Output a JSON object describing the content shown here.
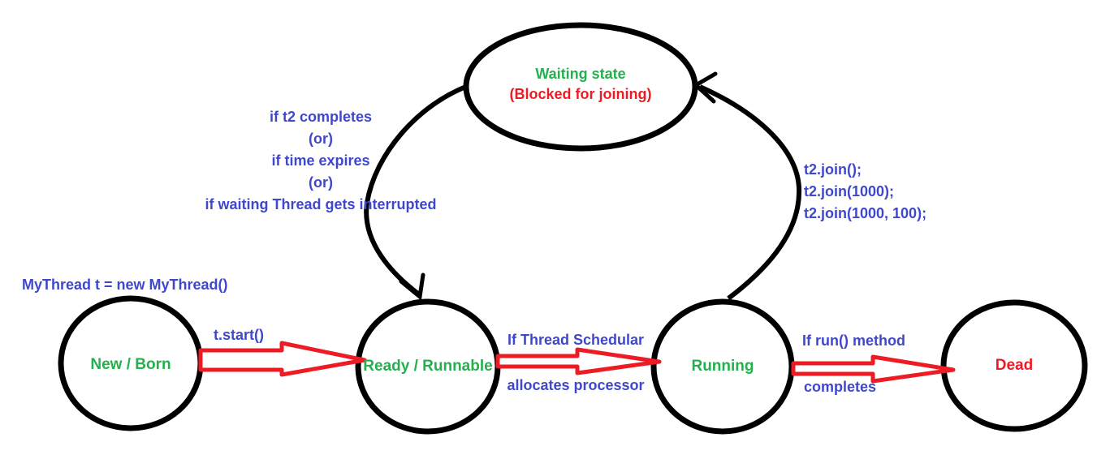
{
  "diagram": {
    "constructor_note": "MyThread t = new MyThread()",
    "states": {
      "waiting": {
        "line1": "Waiting state",
        "line2": "(Blocked for joining)"
      },
      "new_born": {
        "label": "New / Born"
      },
      "ready": {
        "label": "Ready / Runnable"
      },
      "running": {
        "label": "Running"
      },
      "dead": {
        "label": "Dead"
      }
    },
    "transitions": {
      "start": {
        "label": "t.start()"
      },
      "scheduler": {
        "line1": "If Thread Schedular",
        "line2": "allocates processor"
      },
      "run_completes": {
        "line1": "If run() method",
        "line2": "completes"
      },
      "join": {
        "lines": [
          "t2.join();",
          "t2.join(1000);",
          "t2.join(1000, 100);"
        ]
      },
      "waiting_exit": {
        "lines": [
          "if t2 completes",
          "(or)",
          "if time expires",
          "(or)",
          "if waiting Thread gets interrupted"
        ]
      }
    },
    "colors": {
      "blue": "#3f48cc",
      "green": "#22b14c",
      "red": "#ed1c24",
      "black": "#000000"
    }
  }
}
